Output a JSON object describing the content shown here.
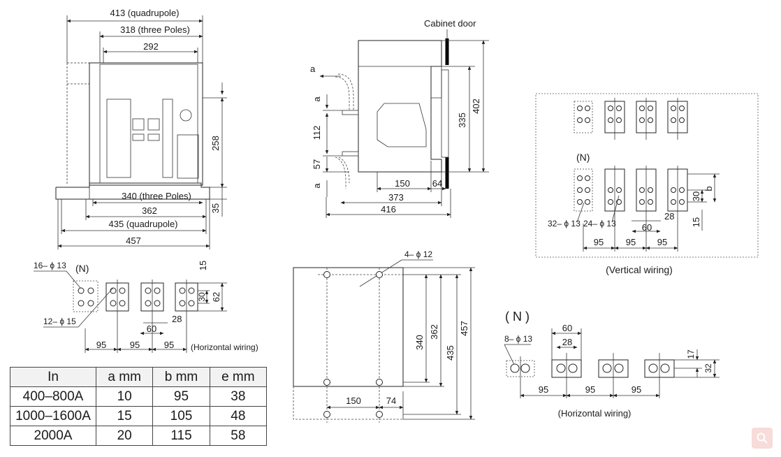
{
  "front_view": {
    "dims": {
      "w413": "413 (quadrupole)",
      "w318": "318 (three Poles)",
      "w292": "292",
      "h258": "258",
      "w340": "340 (three Poles)",
      "w362": "362",
      "h35": "35",
      "w435": "435 (quadrupole)",
      "w457": "457"
    }
  },
  "side_view": {
    "door_label": "Cabinet door",
    "dims": {
      "a_top": "a",
      "a_mid": "a",
      "h112": "112",
      "h57": "57",
      "a_bot": "a",
      "h335": "335",
      "h402": "402",
      "w150": "150",
      "w64": "64",
      "w373": "373",
      "w416": "416"
    }
  },
  "vertical_wiring": {
    "n_label": "(N)",
    "holes_32": "32– ϕ 13",
    "holes_24": "24– ϕ 13",
    "d30": "30",
    "db": "b",
    "d28": "28",
    "d60": "60",
    "d15": "15",
    "d95a": "95",
    "d95b": "95",
    "d95c": "95",
    "caption": "(Vertical wiring)"
  },
  "horizontal_wiring_left": {
    "holes_16": "16– ϕ 13",
    "n_label": "(N)",
    "holes_12": "12– ϕ 15",
    "d15": "15",
    "d30": "30",
    "d62": "62",
    "d28": "28",
    "d60": "60",
    "d95a": "95",
    "d95b": "95",
    "d95c": "95",
    "caption": "(Horizontal wiring)"
  },
  "mounting_view": {
    "holes": "4– ϕ 12",
    "d340": "340",
    "d362": "362",
    "d435": "435",
    "d457": "457",
    "d150": "150",
    "d74": "74"
  },
  "horizontal_wiring_right": {
    "n_label": "( N )",
    "holes_8": "8– ϕ 13",
    "d60": "60",
    "d28": "28",
    "d17": "17",
    "d32": "32",
    "d95a": "95",
    "d95b": "95",
    "d95c": "95",
    "caption": "(Horizontal wiring)"
  },
  "spec_table": {
    "headers": [
      "In",
      "a mm",
      "b mm",
      "e mm"
    ],
    "rows": [
      [
        "400–800A",
        "10",
        "95",
        "38"
      ],
      [
        "1000–1600A",
        "15",
        "105",
        "48"
      ],
      [
        "2000A",
        "20",
        "115",
        "58"
      ]
    ]
  },
  "search_icon": "search-icon"
}
